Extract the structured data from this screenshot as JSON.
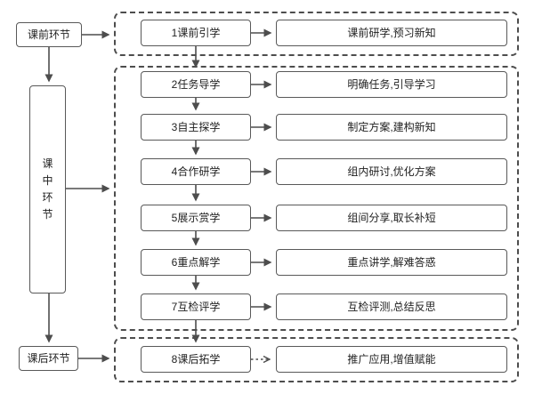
{
  "diagram": {
    "title": "teaching-process-flowchart",
    "stages": [
      {
        "id": "pre-class",
        "label": "课前环节"
      },
      {
        "id": "in-class",
        "label": "课中环节"
      },
      {
        "id": "post-class",
        "label": "课后环节"
      }
    ],
    "rows": [
      {
        "step": "1课前引学",
        "desc": "课前研学,预习新知"
      },
      {
        "step": "2任务导学",
        "desc": "明确任务,引导学习"
      },
      {
        "step": "3自主探学",
        "desc": "制定方案,建构新知"
      },
      {
        "step": "4合作研学",
        "desc": "组内研讨,优化方案"
      },
      {
        "step": "5展示赏学",
        "desc": "组间分享,取长补短"
      },
      {
        "step": "6重点解学",
        "desc": "重点讲学,解难答惑"
      },
      {
        "step": "7互检评学",
        "desc": "互检评测,总结反思"
      },
      {
        "step": "8课后拓学",
        "desc": "推广应用,增值赋能"
      }
    ],
    "colors": {
      "line": "#4d4d4d",
      "box_border": "#595959",
      "text": "#1f1f1f",
      "background": "#ffffff"
    }
  }
}
